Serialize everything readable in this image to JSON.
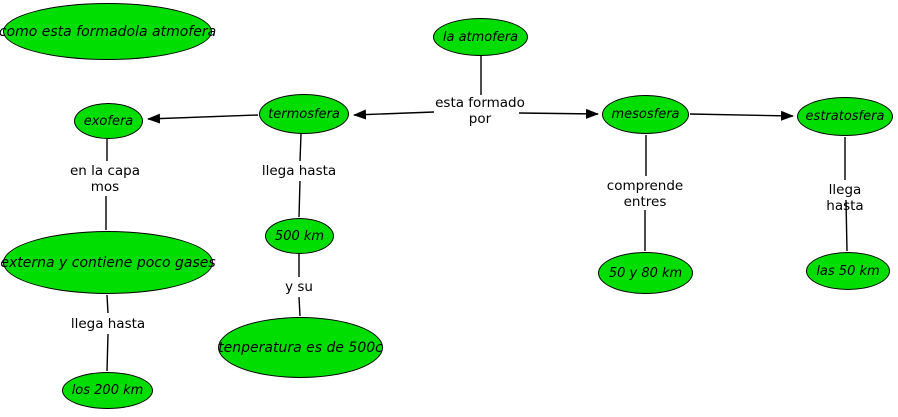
{
  "diagram": {
    "nodes": {
      "main_question": {
        "label": "como esta formadola atmofera"
      },
      "la_atmofera": {
        "label": "la atmofera"
      },
      "exofera": {
        "label": "exofera"
      },
      "termosfera": {
        "label": "termosfera"
      },
      "mesosfera": {
        "label": "mesosfera"
      },
      "estratosfera": {
        "label": "estratosfera"
      },
      "externa": {
        "label": "externa y contiene poco gases"
      },
      "km_500": {
        "label": "500 km"
      },
      "tenperatura": {
        "label": "tenperatura es de 500c"
      },
      "los_200_km": {
        "label": "los 200 km"
      },
      "km_50_80": {
        "label": "50 y 80 km"
      },
      "las_50_km": {
        "label": "las 50 km"
      }
    },
    "edge_labels": {
      "esta_formado_por": "esta formado\npor",
      "en_la_capa_mos": "en la capa\nmos",
      "llega_hasta_termosfera": "llega hasta",
      "comprende_entres": "comprende\nentres",
      "llega_hasta_estratosfera": "llega hasta",
      "llega_hasta_externa": "llega hasta",
      "y_su": "y su"
    },
    "colors": {
      "node_fill": "#00dd00",
      "node_stroke": "#000000",
      "connector": "#000000"
    }
  }
}
